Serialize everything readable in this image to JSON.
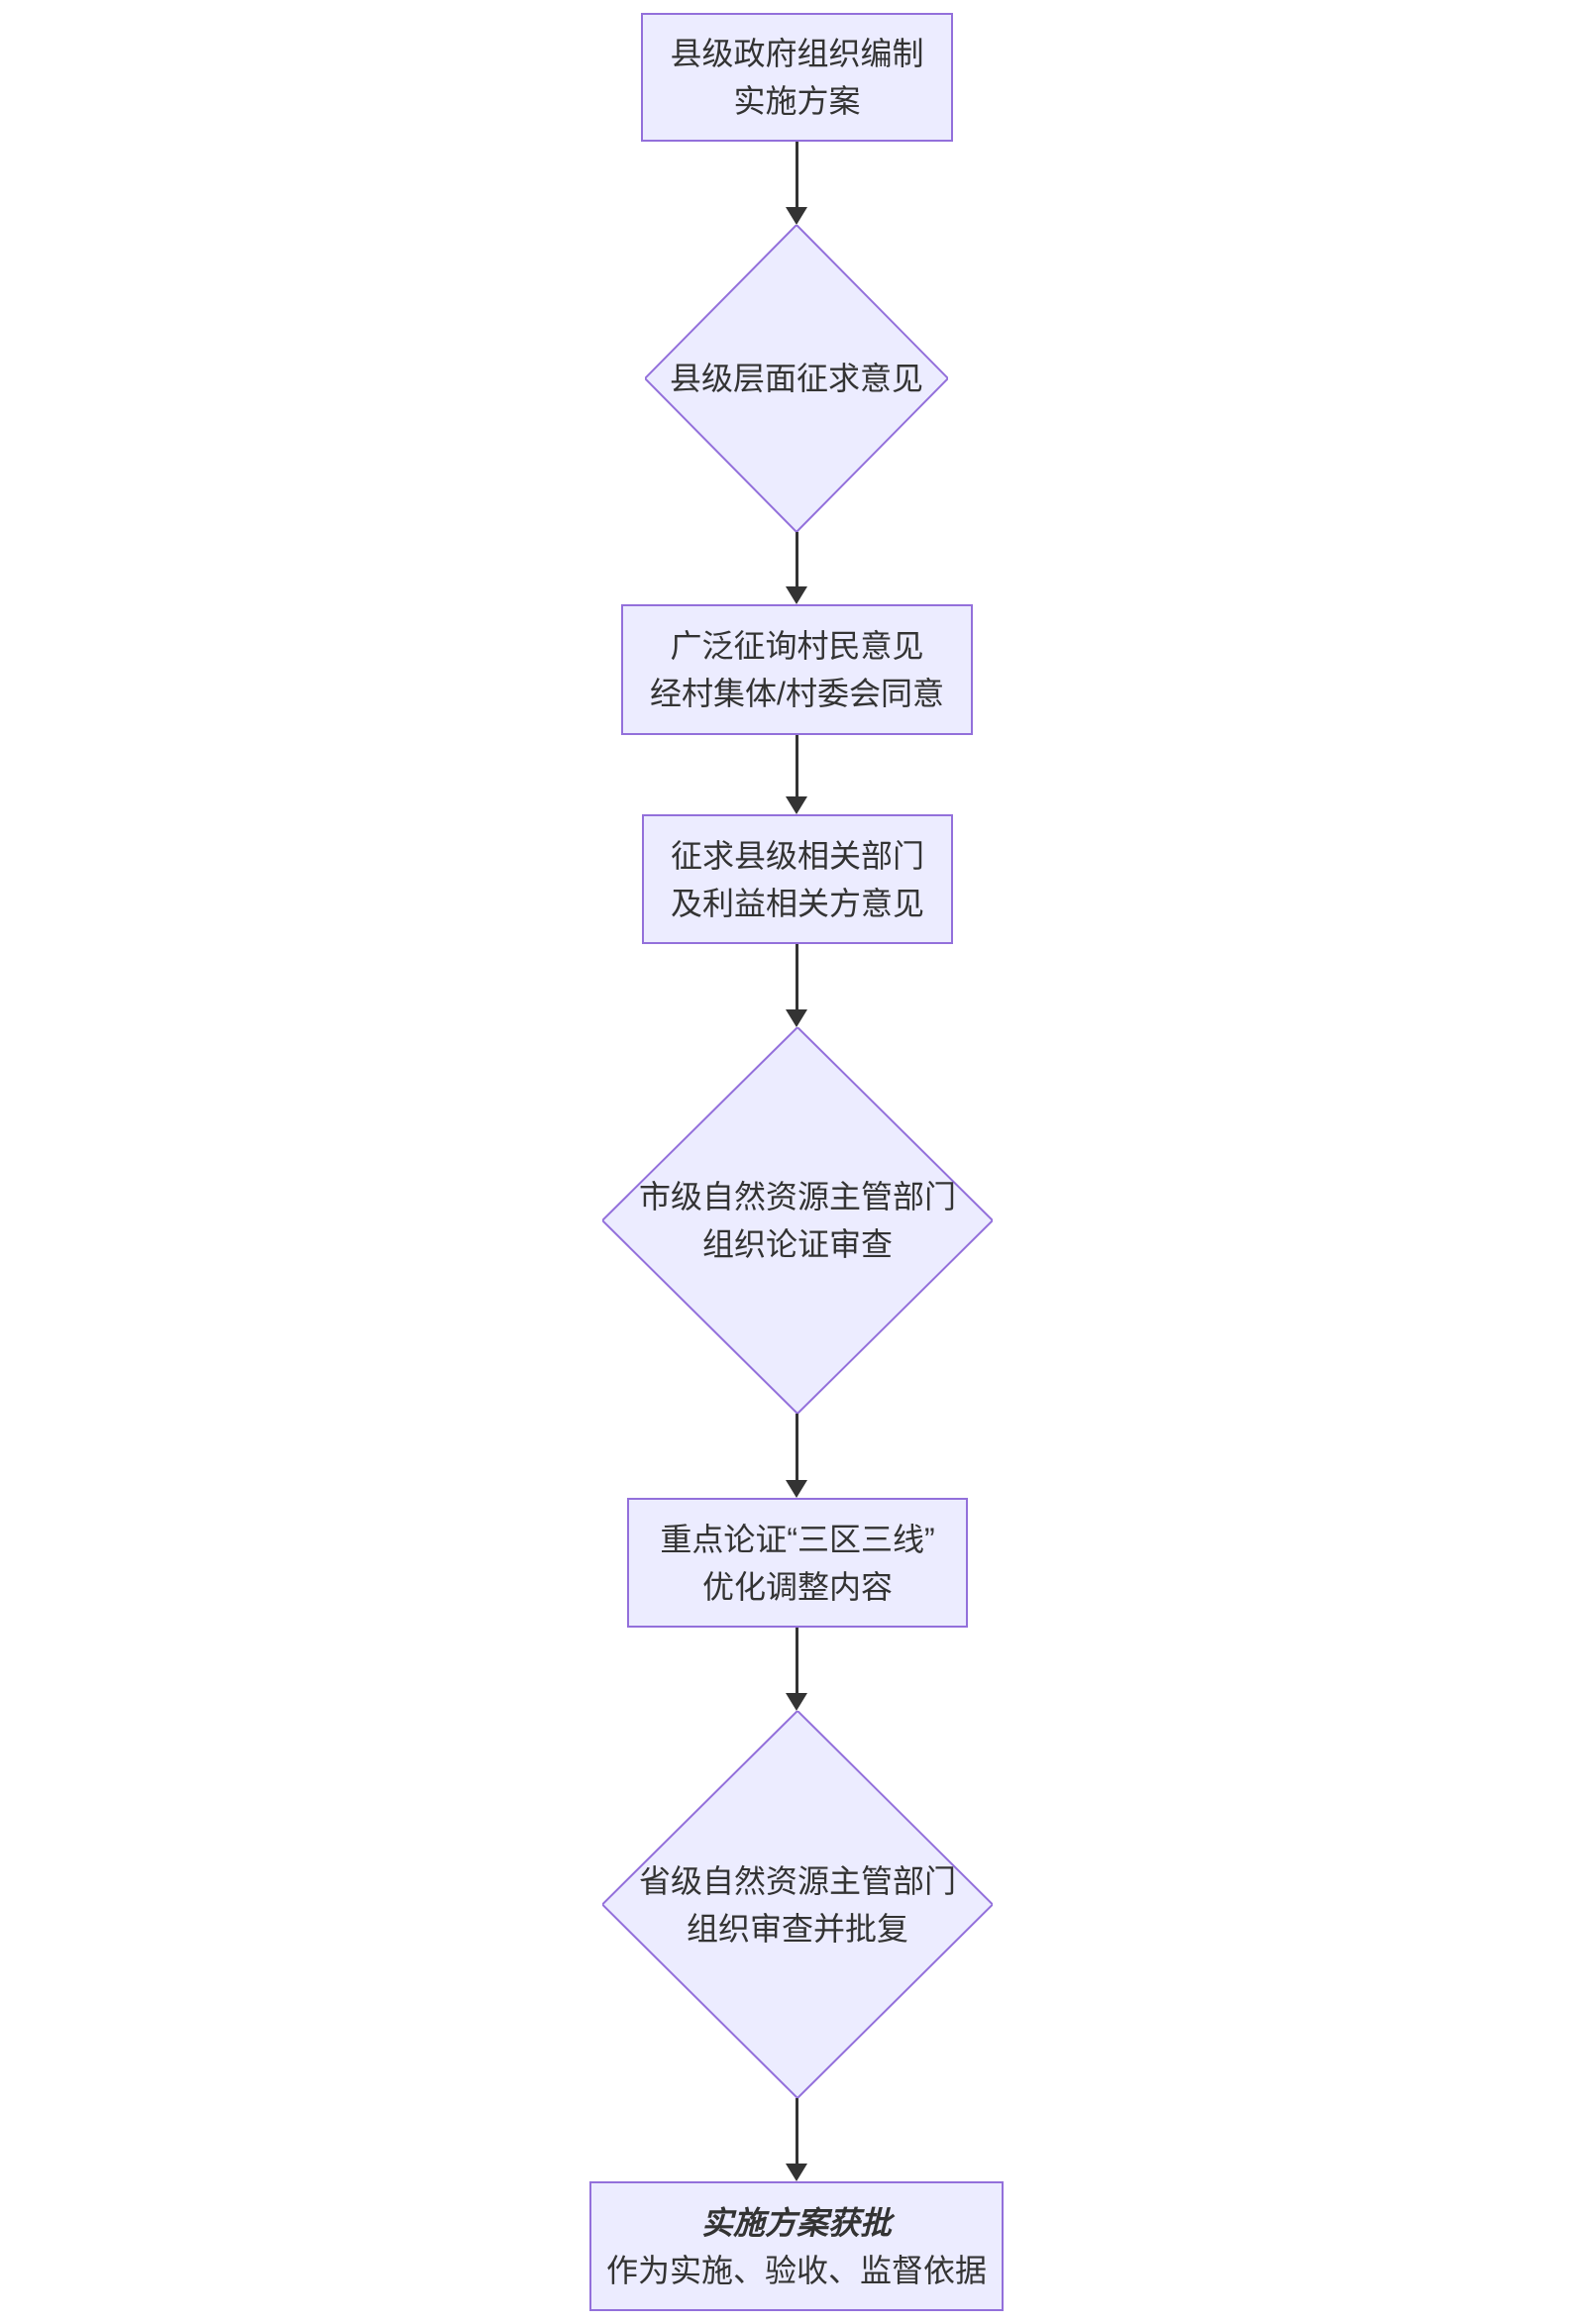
{
  "theme": {
    "background": "#ffffff",
    "node_fill": "#ECECFF",
    "node_border": "#9370DB",
    "line_color": "#333333",
    "text_color": "#333333"
  },
  "flow": {
    "nodes": [
      {
        "type": "rect",
        "lines": [
          "县级政府组织编制",
          "实施方案"
        ]
      },
      {
        "type": "diamond",
        "lines": [
          "县级层面征求意见",
          ""
        ]
      },
      {
        "type": "rect",
        "lines": [
          "广泛征询村民意见",
          "经村集体/村委会同意"
        ]
      },
      {
        "type": "rect",
        "lines": [
          "征求县级相关部门",
          "及利益相关方意见"
        ]
      },
      {
        "type": "diamond",
        "lines": [
          "市级自然资源主管部门",
          "组织论证审查"
        ]
      },
      {
        "type": "rect",
        "lines": [
          "重点论证“三区三线”",
          "优化调整内容"
        ]
      },
      {
        "type": "diamond",
        "lines": [
          "省级自然资源主管部门",
          "组织审查并批复"
        ]
      },
      {
        "type": "rect",
        "lines": [
          "实施方案获批",
          "作为实施、验收、监督依据"
        ]
      }
    ]
  }
}
